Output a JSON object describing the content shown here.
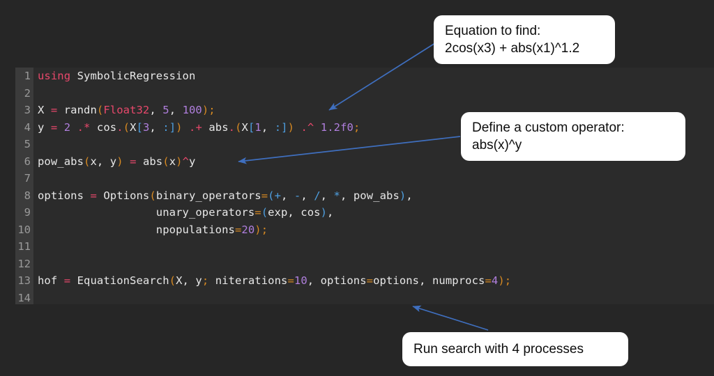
{
  "slide": {
    "background_color": "#262626",
    "panel_color": "#2b2b2b",
    "gutter_color": "#3b3b3b",
    "accent_color": "#3f6fbf"
  },
  "code": {
    "language": "julia",
    "lines": [
      {
        "n": "1",
        "text": "using SymbolicRegression"
      },
      {
        "n": "2",
        "text": ""
      },
      {
        "n": "3",
        "text": "X = randn(Float32, 5, 100);"
      },
      {
        "n": "4",
        "text": "y = 2 .* cos.(X[3, :]) .+ abs.(X[1, :]) .^ 1.2f0;"
      },
      {
        "n": "5",
        "text": ""
      },
      {
        "n": "6",
        "text": "pow_abs(x, y) = abs(x)^y"
      },
      {
        "n": "7",
        "text": ""
      },
      {
        "n": "8",
        "text": "options = Options(binary_operators=(+, -, /, *, pow_abs),"
      },
      {
        "n": "9",
        "text": "                  unary_operators=(exp, cos),"
      },
      {
        "n": "10",
        "text": "                  npopulations=20);"
      },
      {
        "n": "11",
        "text": ""
      },
      {
        "n": "12",
        "text": ""
      },
      {
        "n": "13",
        "text": "hof = EquationSearch(X, y; niterations=10, options=options, numprocs=4);"
      },
      {
        "n": "14",
        "text": ""
      }
    ]
  },
  "callouts": {
    "equation": "Equation to find:\n2cos(x3) + abs(x1)^1.2",
    "operator": "Define a custom operator:\nabs(x)^y",
    "run": "Run search with 4 processes"
  }
}
